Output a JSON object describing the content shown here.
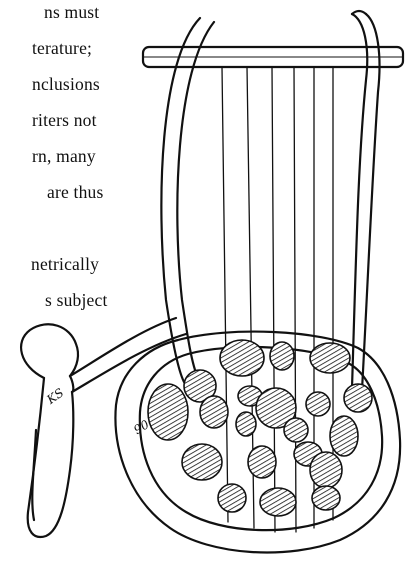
{
  "text": {
    "lines": [
      "ns  must",
      "terature;",
      "nclusions",
      "riters not",
      "rn,  many",
      "are  thus",
      "",
      "netrically",
      "s  subject"
    ]
  },
  "illustration": {
    "label_a": "KS",
    "label_b": "90"
  }
}
